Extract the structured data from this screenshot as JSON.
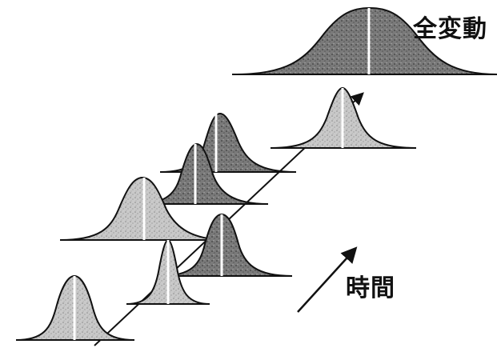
{
  "labels": {
    "total_variation": "全変動",
    "time": "時間"
  },
  "colors": {
    "ink": "#111111",
    "fill_light": "#c9c9c9",
    "fill_dark": "#6f6f6f",
    "background": "#ffffff"
  },
  "curves": [
    {
      "id": "t1",
      "tone": "light"
    },
    {
      "id": "t2",
      "tone": "light"
    },
    {
      "id": "t3",
      "tone": "dark"
    },
    {
      "id": "t4",
      "tone": "light"
    },
    {
      "id": "t5",
      "tone": "dark"
    },
    {
      "id": "t6",
      "tone": "dark"
    },
    {
      "id": "t7",
      "tone": "light"
    },
    {
      "id": "total",
      "tone": "dark"
    }
  ]
}
